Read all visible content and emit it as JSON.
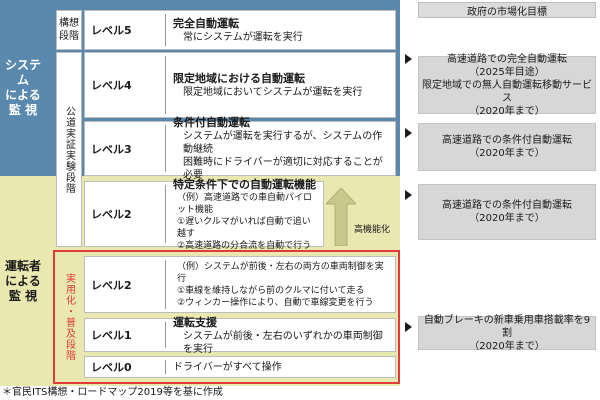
{
  "government_goals_header": "政府の市場化目標",
  "categories": {
    "system": "システム\nによる\n監 視",
    "driver": "運転者\nによる\n監 視"
  },
  "stages": {
    "concept": "構想\n段階",
    "verification": "公道実証実験段階",
    "practical": "実用化・普及段階"
  },
  "levels": [
    {
      "label": "レベル5",
      "title": "完全自動運転",
      "desc": "常にシステムが運転を実行"
    },
    {
      "label": "レベル4",
      "title": "限定地域における自動運転",
      "desc": "限定地域においてシステムが運転を実行"
    },
    {
      "label": "レベル3",
      "title": "条件付自動運転",
      "desc": "システムが運転を実行するが、システムの作動継続\n困難時にドライバーが適切に対応することが必要"
    },
    {
      "label": "レベル2",
      "title": "特定条件下での自動運転機能",
      "desc": "（例）高速道路での車自動パイロット機能\n①遅いクルマがいれば自動で追い越す\n②高速道路の分合流を自動で行う"
    },
    {
      "label": "レベル2",
      "title": "",
      "desc": "（例）システムが前後・左右の両方の車両制御を実行\n①車線を維持しながら前のクルマに付いて走る\n②ウィンカー操作により、自動で車線変更を行う"
    },
    {
      "label": "レベル1",
      "title": "運転支援",
      "desc": "システムが前後・左右のいずれかの車両制御を実行"
    },
    {
      "label": "レベル0",
      "title": "",
      "desc": "ドライバーがすべて操作"
    }
  ],
  "arrow_label": "高機能化",
  "goals": [
    "高速道路での完全自動運転\n（2025年目途）\n限定地域での無人自動運転移動サービス\n（2020年まで）",
    "高速道路での条件付自動運転\n（2020年まで）",
    "高速道路での条件付自動運転\n（2020年まで）",
    "自動ブレーキの新車乗用車搭載率を9割\n（2020年まで）"
  ],
  "footnote": "＊官民ITS構想・ロードマップ2019等を基に作成",
  "colors": {
    "system_band": "#5b88ad",
    "driver_band": "#e9e8b1",
    "red_frame": "#e23b3b",
    "goal_box": "#d7d7d7",
    "arrow": "#c9c78c"
  }
}
